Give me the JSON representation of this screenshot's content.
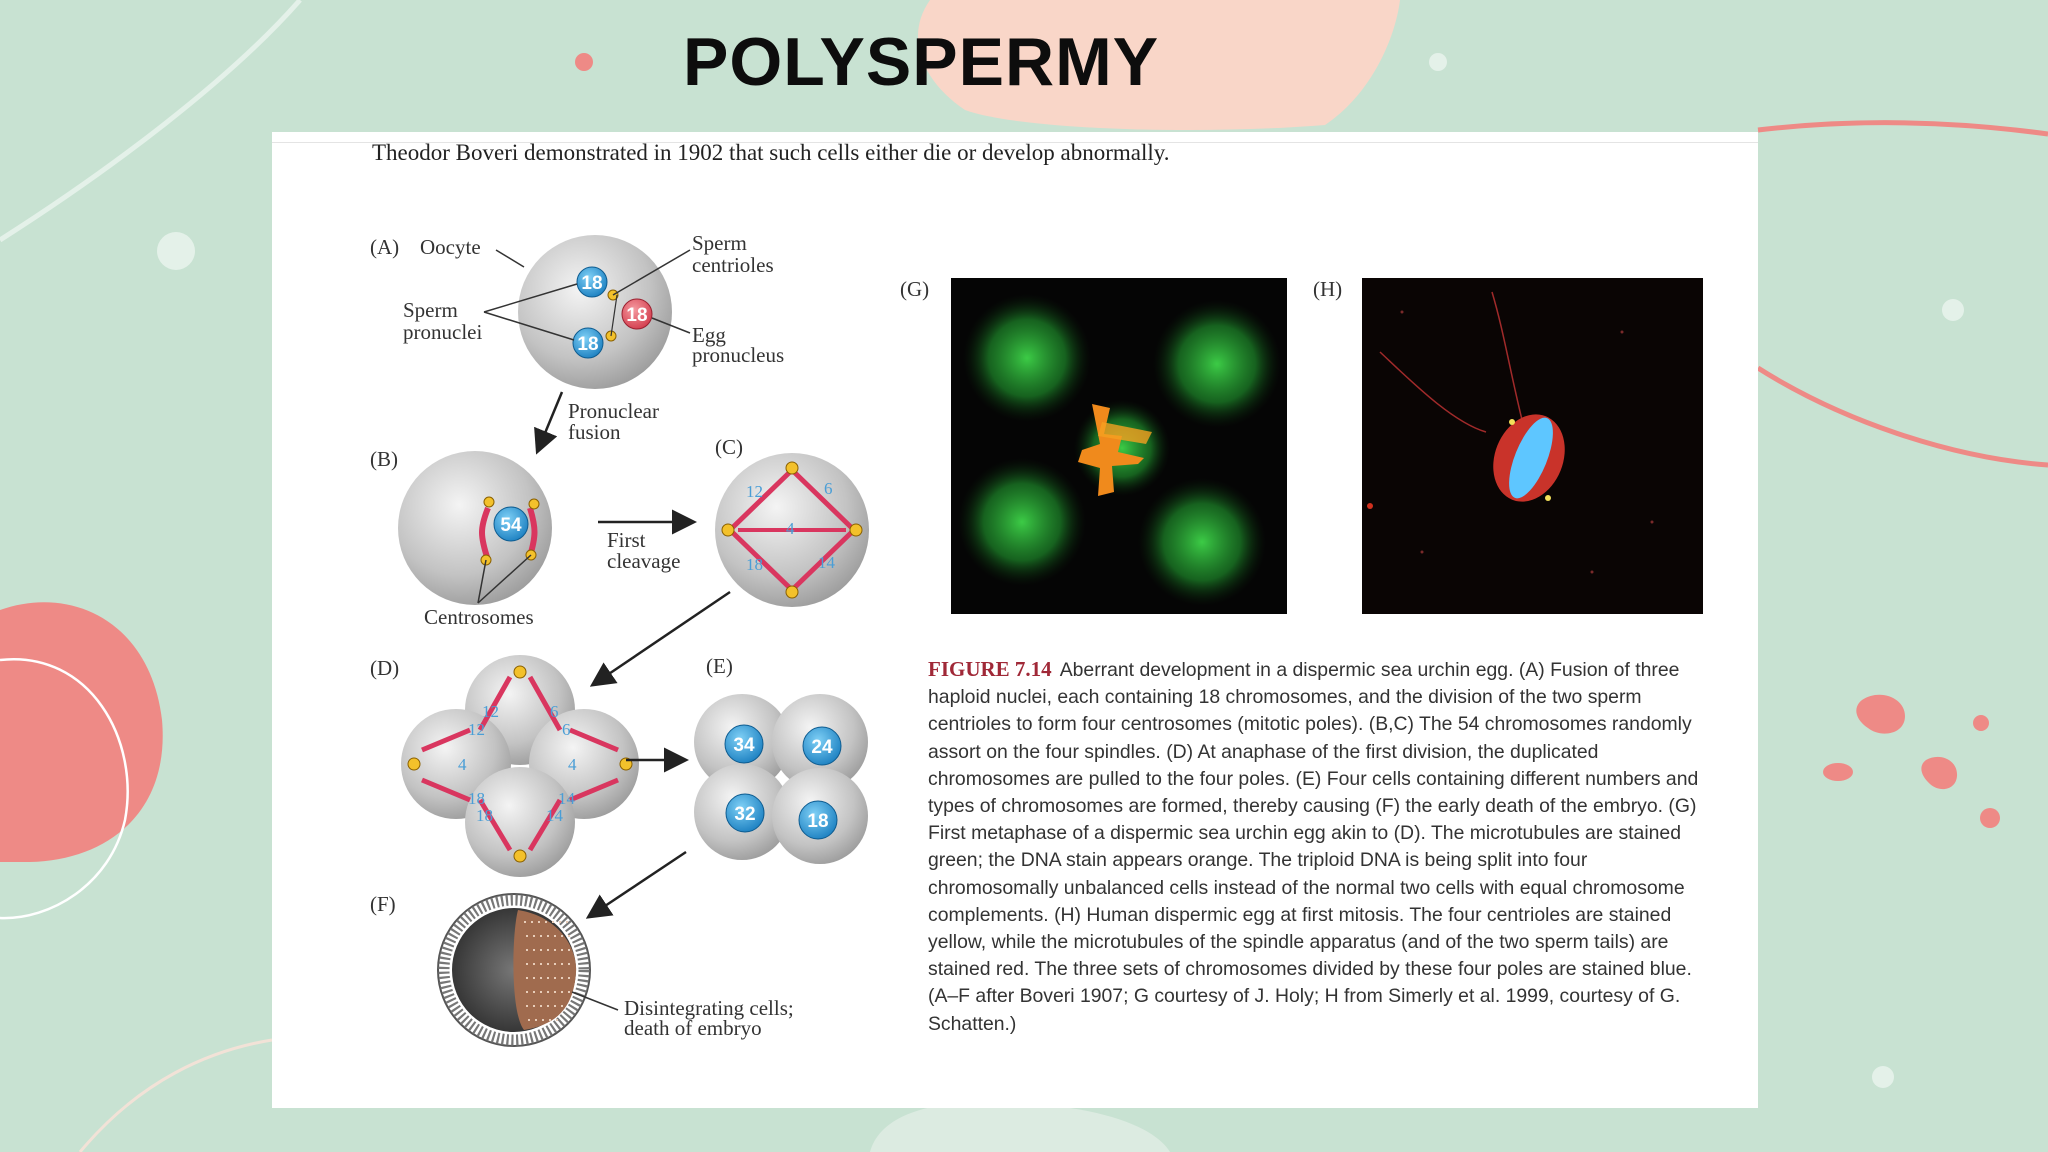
{
  "slide": {
    "title": "POLYSPERMY",
    "colors": {
      "background": "#c8e2d2",
      "accent_coral": "#ee8a86",
      "peach": "#f9d6c8"
    }
  },
  "figure": {
    "intro_text": "Theodor Boveri demonstrated in 1902 that such cells either die or develop abnormally.",
    "panel_labels": [
      "(A)",
      "(B)",
      "(C)",
      "(D)",
      "(E)",
      "(F)",
      "(G)",
      "(H)"
    ],
    "labels": {
      "oocyte": "Oocyte",
      "sperm_centrioles": [
        "Sperm",
        "centrioles"
      ],
      "sperm_pronuclei": [
        "Sperm",
        "pronuclei"
      ],
      "egg_pronucleus": [
        "Egg",
        "pronucleus"
      ],
      "pronuclear_fusion": [
        "Pronuclear",
        "fusion"
      ],
      "first_cleavage": [
        "First",
        "cleavage"
      ],
      "centrosomes": "Centrosomes",
      "disintegrating": [
        "Disintegrating cells;",
        "death of embryo"
      ]
    },
    "numbers": {
      "a_pronuclei": [
        "18",
        "18",
        "18"
      ],
      "b_nucleus": "54",
      "c_spindles": [
        "12",
        "6",
        "4",
        "18",
        "14"
      ],
      "d_spindles": [
        "12",
        "12",
        "6",
        "6",
        "4",
        "4",
        "18",
        "18",
        "14",
        "14"
      ],
      "e_cells": [
        "34",
        "24",
        "32",
        "18"
      ]
    },
    "caption": {
      "figure_label": "FIGURE 7.14",
      "text": "Aberrant development in a dispermic sea urchin egg. (A) Fusion of three haploid nuclei, each containing 18 chromosomes, and the division of the two sperm centrioles to form four centrosomes (mitotic poles). (B,C) The 54 chromosomes randomly assort on the four spindles. (D) At anaphase of the first division, the duplicated chromosomes are pulled to the four poles. (E) Four cells containing different numbers and types of chromosomes are formed, thereby causing (F) the early death of the embryo. (G) First metaphase of a dispermic sea urchin egg akin to (D). The microtubules are stained green; the DNA stain appears orange. The triploid DNA is being split into four chromosomally unbalanced cells instead of the normal two cells with equal chromosome complements. (H) Human dispermic egg at first mitosis. The four centrioles are stained yellow, while the microtubules of the spindle apparatus (and of the two sperm tails) are stained red. The three sets of chromosomes divided by these four poles are stained blue. (A–F after Boveri 1907; G courtesy of J. Holy; H from Simerly et al. 1999, courtesy of G. Schatten.)"
    }
  }
}
